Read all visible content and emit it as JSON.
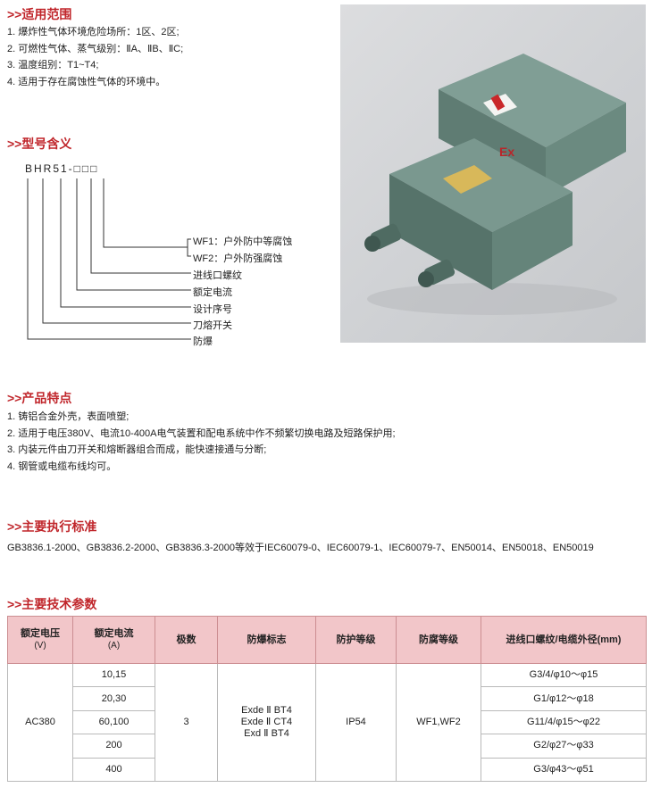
{
  "sections": {
    "scope": {
      "heading": ">>适用范围",
      "items": [
        "1. 爆炸性气体环境危险场所：1区、2区;",
        "2. 可燃性气体、蒸气级别：ⅡA、ⅡB、ⅡC;",
        "3. 温度组别：T1~T4;",
        "4. 适用于存在腐蚀性气体的环境中。"
      ]
    },
    "model": {
      "heading": ">>型号含义",
      "code": "BHR51-□□□",
      "labels": [
        "WF1：户外防中等腐蚀",
        "WF2：户外防强腐蚀",
        "进线口螺纹",
        "额定电流",
        "设计序号",
        "刀熔开关",
        "防爆"
      ]
    },
    "features": {
      "heading": ">>产品特点",
      "items": [
        "1. 铸铝合金外壳，表面喷塑;",
        "2. 适用于电压380V、电流10-400A电气装置和配电系统中作不频繁切换电路及短路保护用;",
        "3. 内装元件由刀开关和熔断器组合而成，能快速接通与分断;",
        "4. 钢管或电缆布线均可。"
      ]
    },
    "standards": {
      "heading": ">>主要执行标准",
      "text": "GB3836.1-2000、GB3836.2-2000、GB3836.3-2000等效于IEC60079-0、IEC60079-1、IEC60079-7、EN50014、EN50018、EN50019"
    },
    "params": {
      "heading": ">>主要技术参数"
    }
  },
  "photo": {
    "marking": "Ex"
  },
  "table": {
    "headers": {
      "voltage": "额定电压",
      "voltage_unit": "(V)",
      "current": "额定电流",
      "current_unit": "(A)",
      "poles": "极数",
      "ex_mark": "防爆标志",
      "ip": "防护等级",
      "corrosion": "防腐等级",
      "thread": "进线口螺纹/电缆外径(mm)"
    },
    "voltage": "AC380",
    "poles": "3",
    "ex_marks": [
      "Exde Ⅱ BT4",
      "Exde Ⅱ CT4",
      "Exd Ⅱ BT4"
    ],
    "ip": "IP54",
    "corrosion": "WF1,WF2",
    "currents": [
      "10,15",
      "20,30",
      "60,100",
      "200",
      "400"
    ],
    "threads": [
      "G3/4/φ10～φ15",
      "G1/φ12～φ18",
      "G11/4/φ15～φ22",
      "G2/φ27～φ33",
      "G3/φ43～φ51"
    ]
  },
  "colors": {
    "heading": "#c0262b",
    "table_header_bg": "#f2c6c9",
    "enclosure": "#6f8e84"
  }
}
